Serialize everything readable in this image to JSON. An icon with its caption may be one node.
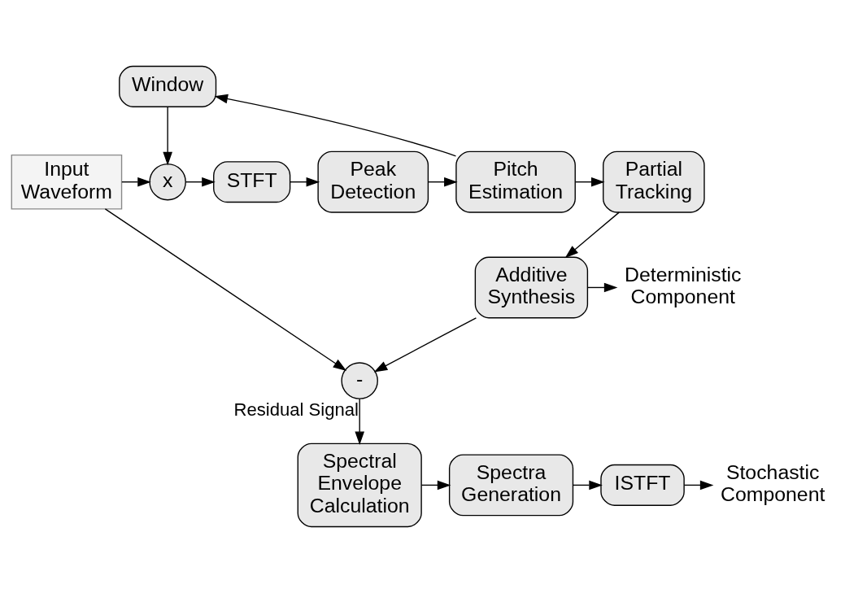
{
  "diagram": {
    "nodes": [
      {
        "text": [
          "Input Waveform"
        ]
      },
      {
        "text": [
          "Window"
        ]
      },
      {
        "text": [
          "x"
        ]
      },
      {
        "text": [
          "STFT"
        ]
      },
      {
        "text": [
          "Peak Detection"
        ]
      },
      {
        "text": [
          "Pitch Estimation"
        ]
      },
      {
        "text": [
          "Partial Tracking"
        ]
      },
      {
        "text": [
          "Additive Synthesis"
        ]
      },
      {
        "text": [
          "Deterministic Component"
        ]
      },
      {
        "text": [
          "-"
        ]
      },
      {
        "text": [
          "Spectral Envelope Calculation"
        ]
      },
      {
        "text": [
          "Spectra Generation"
        ]
      },
      {
        "text": [
          "ISTFT"
        ]
      },
      {
        "text": [
          "Stochastic Component"
        ]
      }
    ],
    "edges": [
      {
        "from": 0,
        "to": 2,
        "arrow": "to"
      },
      {
        "from": 1,
        "to": 2,
        "arrow": "to"
      },
      {
        "from": 2,
        "to": 3,
        "arrow": "to"
      },
      {
        "from": 3,
        "to": 4,
        "arrow": "to"
      },
      {
        "from": 4,
        "to": 5,
        "arrow": "to"
      },
      {
        "from": 5,
        "to": 1,
        "arrow": "to"
      },
      {
        "from": 5,
        "to": 6,
        "arrow": "to"
      },
      {
        "from": 6,
        "to": 7,
        "arrow": "to"
      },
      {
        "from": 7,
        "to": 8,
        "arrow": "to"
      },
      {
        "from": 7,
        "to": 9,
        "arrow": "to"
      },
      {
        "from": 0,
        "to": 9,
        "arrow": "to"
      },
      {
        "from": 9,
        "to": 10,
        "arrow": "to",
        "label": "Residual Signal"
      },
      {
        "from": 10,
        "to": 11,
        "arrow": "to"
      },
      {
        "from": 11,
        "to": 12,
        "arrow": "to"
      },
      {
        "from": 12,
        "to": 13,
        "arrow": "to"
      }
    ]
  }
}
